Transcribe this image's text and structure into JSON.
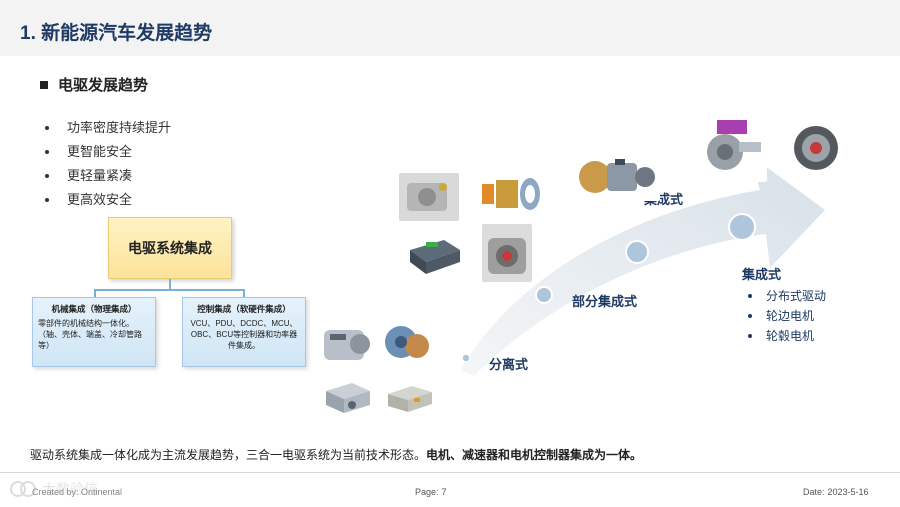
{
  "header": {
    "title": "1. 新能源汽车发展趋势"
  },
  "section": {
    "heading": "电驱发展趋势"
  },
  "trends": [
    "功率密度持续提升",
    "更智能安全",
    "更轻量紧凑",
    "更高效安全"
  ],
  "tree": {
    "root": "电驱系统集成",
    "mechanical": {
      "title": "机械集成（物理集成）",
      "desc": "零部件的机械结构一体化。（轴、壳体、端盖、冷却管路等）"
    },
    "control": {
      "title": "控制集成（软硬件集成）",
      "desc": "VCU、PDU、DCDC、MCU、OBC、BCU等控制器和功率器件集成。"
    }
  },
  "stages": {
    "separate": "分离式",
    "partial": "部分集成式",
    "integrated_top": "集成式",
    "integrated": "集成式",
    "integrated_items": [
      "分布式驱动",
      "轮边电机",
      "轮毂电机"
    ]
  },
  "summary": {
    "normal": "驱动系统集成一体化成为主流发展趋势，三合一电驱系统为当前技术形态。",
    "bold": "电机、减速器和电机控制器集成为一体。"
  },
  "footer": {
    "left": "Created by: Ontinental",
    "page_label": "Page:",
    "page_value": "7",
    "date_label": "Date:",
    "date_value": "2023-5-16"
  },
  "colors": {
    "navy": "#1f3a64",
    "arrow": "#dfe6ec",
    "dot": "#aec6dc"
  },
  "icons": [
    "motor-housing-image",
    "rotor-image",
    "controller-image",
    "gearbox-image",
    "inverter-image",
    "wheel-hub-image"
  ]
}
